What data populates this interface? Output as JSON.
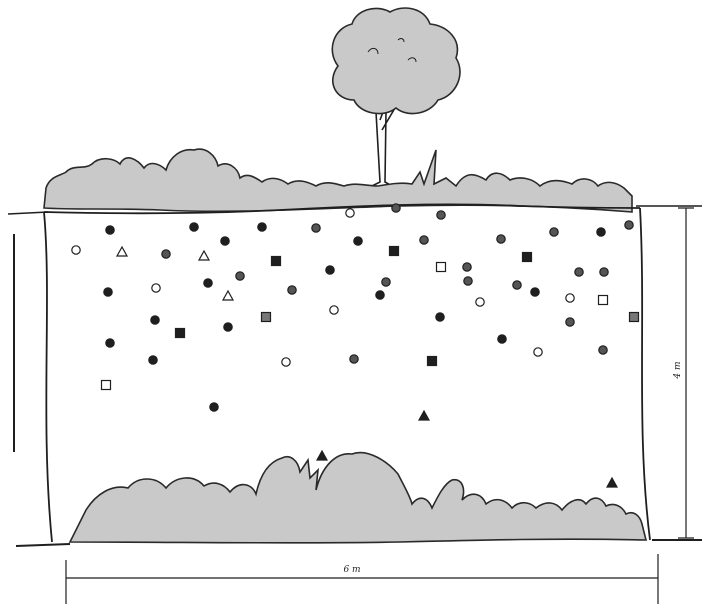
{
  "figure": {
    "width_label": "6 m",
    "height_label": "4 m"
  },
  "colors": {
    "ink": "#1f1f1f",
    "foliage": "#c9c9c9",
    "background": "#ffffff"
  },
  "legend_symbols": [
    "filled-circle",
    "open-circle",
    "dotted-circle",
    "open-triangle",
    "filled-triangle",
    "open-square",
    "filled-square",
    "striped-square"
  ]
}
